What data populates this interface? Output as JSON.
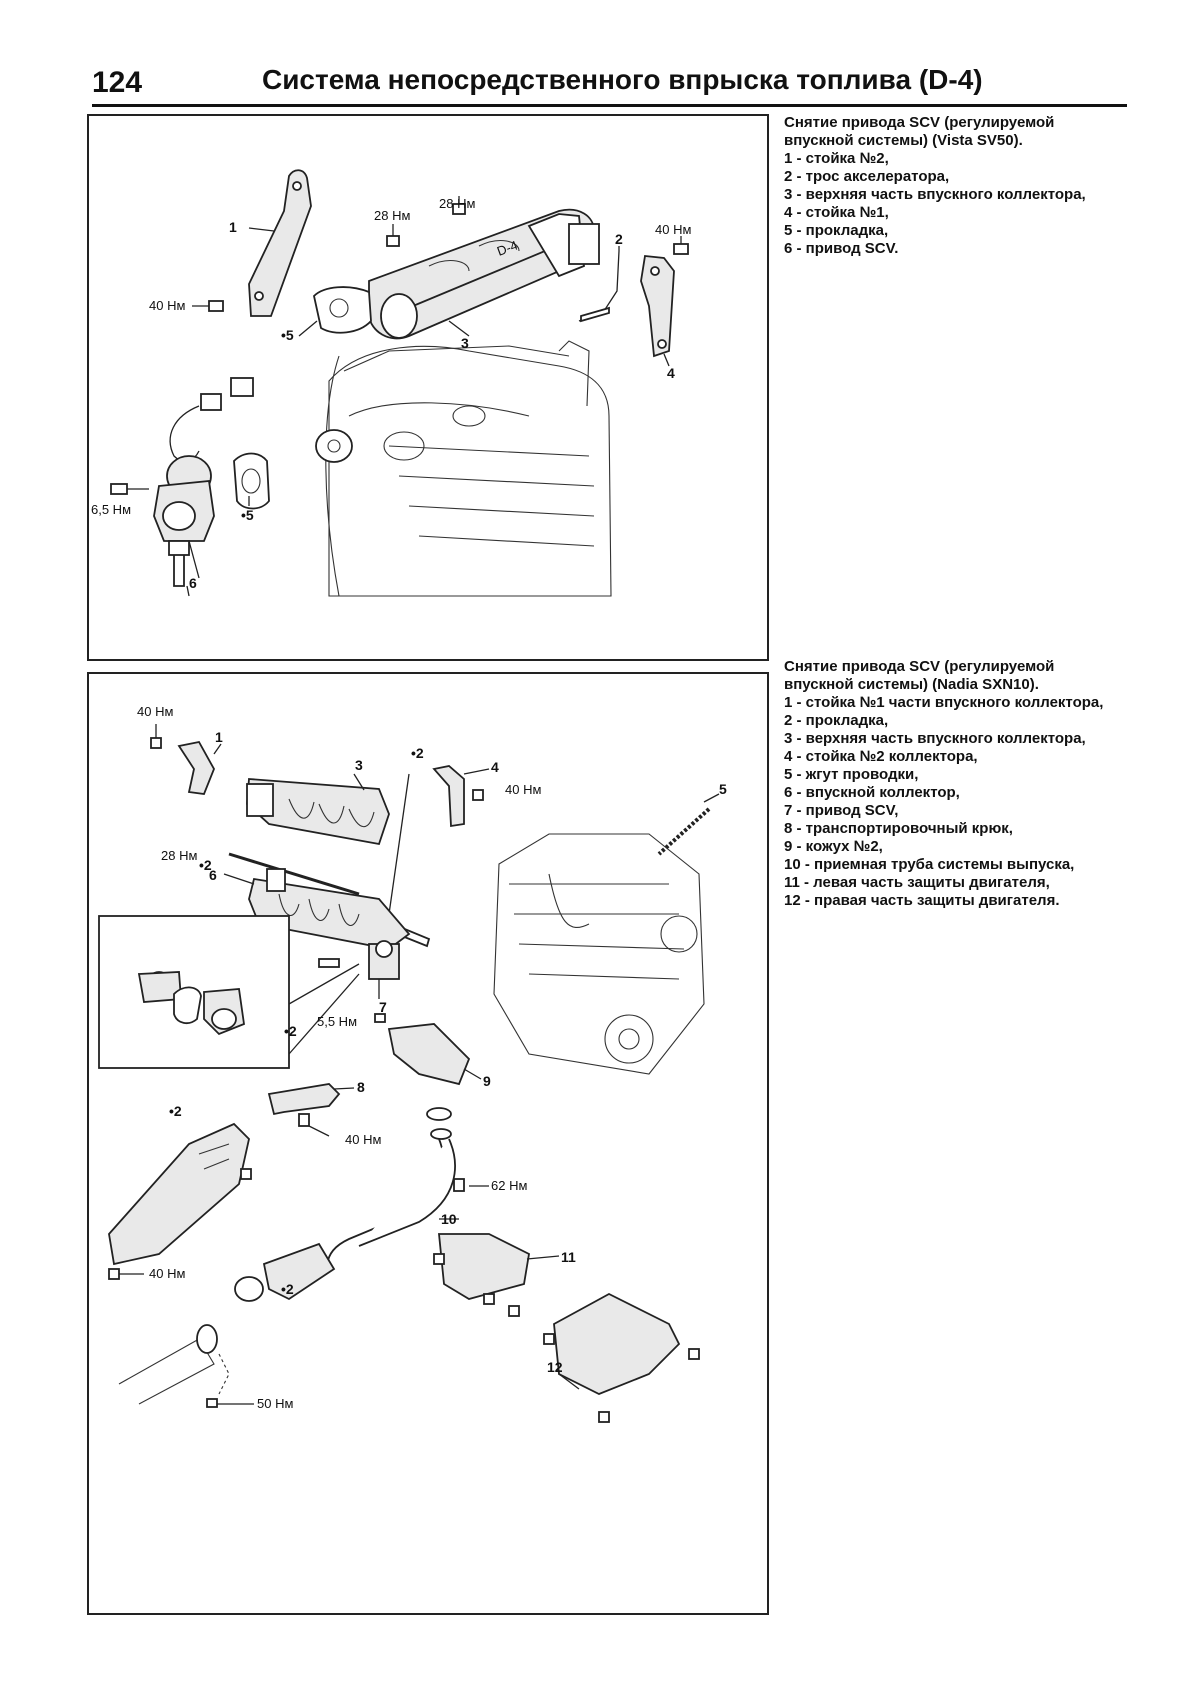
{
  "header": {
    "page_number": "124",
    "title": "Система непосредственного впрыска топлива (D-4)"
  },
  "figure1": {
    "caption": {
      "title": "Снятие привода SCV (регулируемой впускной системы) (Vista SV50).",
      "items": [
        "1 - стойка №2,",
        "2 - трос акселератора,",
        "3 - верхняя часть впускного коллектора,",
        "4 - стойка №1,",
        "5 - прокладка,",
        "6 - привод SCV."
      ]
    },
    "labels": {
      "n1": "1",
      "n2": "2",
      "n3": "3",
      "n4": "4",
      "n5a": "•5",
      "n5b": "•5",
      "n6": "6",
      "t28a": "28 Нм",
      "t28b": "28 Нм",
      "t40a": "40 Нм",
      "t40b": "40 Нм",
      "t65": "6,5 Нм",
      "d4": "D-4"
    }
  },
  "figure2": {
    "caption": {
      "title": "Снятие привода SCV (регулируемой впускной системы) (Nadia SXN10).",
      "items": [
        "1 - стойка №1 части впускного коллектора,",
        "2 - прокладка,",
        "3 - верхняя часть впускного коллектора,",
        "4 - стойка №2 коллектора,",
        "5 - жгут проводки,",
        "6 - впускной коллектор,",
        "7 - привод SCV,",
        "8 - транспортировочный крюк,",
        "9 - кожух №2,",
        "10 - приемная труба системы выпуска,",
        "11 - левая часть защиты двигателя,",
        "12 - правая часть защиты двигателя."
      ]
    },
    "labels": {
      "n1": "1",
      "n2a": "•2",
      "n2b": "•2",
      "n2c": "•2",
      "n2d": "•2",
      "n2e": "•2",
      "n3": "3",
      "n4": "4",
      "n5": "5",
      "n6": "6",
      "n7": "7",
      "n8": "8",
      "n9": "9",
      "n10": "10",
      "n11": "11",
      "n12": "12",
      "t40a": "40 Нм",
      "t40b": "40 Нм",
      "t40c": "40 Нм",
      "t40d": "40 Нм",
      "t28": "28 Нм",
      "t55": "5,5 Нм",
      "t62": "62 Нм",
      "t50": "50 Нм"
    }
  }
}
